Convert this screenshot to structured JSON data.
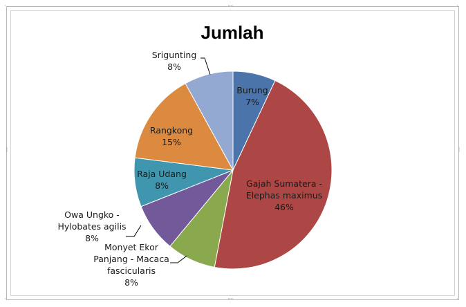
{
  "chart_data": {
    "type": "pie",
    "title": "Jumlah",
    "slices": [
      {
        "label": "Burung",
        "value": 7,
        "pct_label": "7%",
        "color": "#4a74aa"
      },
      {
        "label": "Gajah Sumatera - Elephas maximus",
        "value": 46,
        "pct_label": "46%",
        "color": "#ad4745"
      },
      {
        "label": "Monyet Ekor Panjang - Macaca fascicularis",
        "value": 8,
        "pct_label": "8%",
        "color": "#8aa84e"
      },
      {
        "label": "Owa Ungko - Hylobates agilis",
        "value": 8,
        "pct_label": "8%",
        "color": "#72599a"
      },
      {
        "label": "Raja Udang",
        "value": 8,
        "pct_label": "8%",
        "color": "#4096ae"
      },
      {
        "label": "Rangkong",
        "value": 15,
        "pct_label": "15%",
        "color": "#db8a3f"
      },
      {
        "label": "Srigunting",
        "value": 8,
        "pct_label": "8%",
        "color": "#93a9d1"
      }
    ]
  }
}
